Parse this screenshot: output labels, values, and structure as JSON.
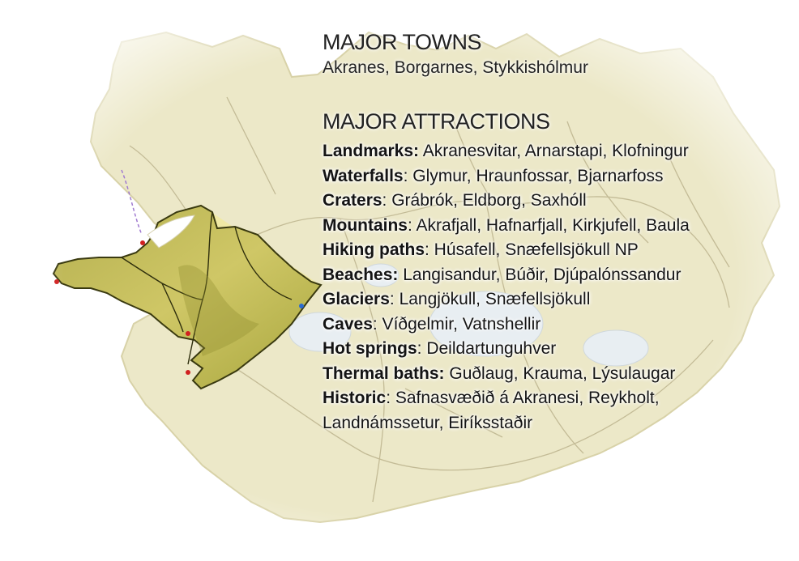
{
  "towns": {
    "heading": "MAJOR TOWNS",
    "list": "Akranes, Borgarnes, Stykkishólmur"
  },
  "attractions": {
    "heading": "MAJOR ATTRACTIONS",
    "items": [
      {
        "label": "Landmarks:",
        "value": " Akranesvitar, Arnarstapi, Klofningur"
      },
      {
        "label": "Waterfalls",
        "value": ": Glymur, Hraunfossar, Bjarnarfoss"
      },
      {
        "label": "Craters",
        "value": ": Grábrók, Eldborg, Saxhóll"
      },
      {
        "label": "Mountains",
        "value": ": Akrafjall, Hafnarfjall, Kirkjufell, Baula"
      },
      {
        "label": "Hiking paths",
        "value": ": Húsafell, Snæfellsjökull NP"
      },
      {
        "label": "Beaches:",
        "value": " Langisandur, Búðir, Djúpalónssandur"
      },
      {
        "label": "Glaciers",
        "value": ": Langjökull, Snæfellsjökull"
      },
      {
        "label": "Caves",
        "value": ": Víðgelmir, Vatnshellir"
      },
      {
        "label": "Hot springs",
        "value": ": Deildartunguhver"
      },
      {
        "label": "Thermal baths:",
        "value": " Guðlaug, Krauma, Lýsulaugar"
      },
      {
        "label": "Historic",
        "value": ": Safnasvæðið á Akranesi, Reykholt, Landnámssetur, Eiríksstaðir"
      }
    ]
  },
  "map": {
    "base_color": "#ece8c8",
    "road_color": "#b9b08a",
    "region_fill": "#c9c45a",
    "region_shade": "#8e8c2e",
    "highlight_wedge": "#f2ea9a",
    "glacier_color": "#e8eef2",
    "marker_color": "#d02020",
    "route_color": "#a07ad0"
  }
}
